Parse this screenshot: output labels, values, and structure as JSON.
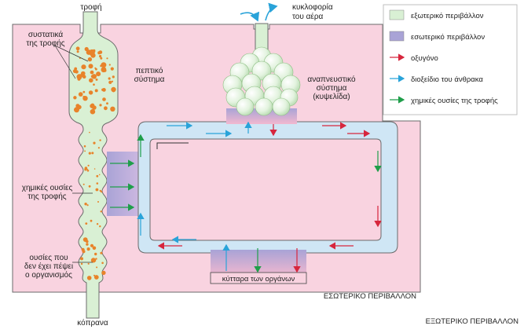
{
  "labels": {
    "food": "τροφή",
    "food_components_1": "συστατικά",
    "food_components_2": "της τροφής",
    "digestive_1": "πεπτικό",
    "digestive_2": "σύστημα",
    "air_1": "κυκλοφορία",
    "air_2": "του αέρα",
    "respiratory_1": "αναπνευστικό",
    "respiratory_2": "σύστημα",
    "respiratory_3": "(κυψελίδα)",
    "food_chem_1": "χημικές ουσίες",
    "food_chem_2": "της τροφής",
    "undigested_1": "ουσίες που",
    "undigested_2": "δεν έχει πέψει",
    "undigested_3": "ο οργανισμός",
    "organ_cells": "κύτταρα των οργάνων",
    "inner_env": "ΕΣΩΤΕΡΙΚΟ ΠΕΡΙΒΑΛΛΟΝ",
    "feces": "κόπρανα",
    "outer_env": "ΕΞΩΤΕΡΙΚΟ ΠΕΡΙΒΑΛΛΟΝ"
  },
  "legend": [
    {
      "type": "swatch",
      "label": "εξωτερικό περιβάλλον",
      "color": "#d9f0d4"
    },
    {
      "type": "swatch",
      "label": "εσωτερικό περιβάλλον",
      "color": "#a9a3d6"
    },
    {
      "type": "arrow",
      "label": "οξυγόνο",
      "color": "#d7263d"
    },
    {
      "type": "arrow",
      "label": "διοξείδιο του άνθρακα",
      "color": "#29a3d9"
    },
    {
      "type": "arrow",
      "label": "χημικές ουσίες της τροφής",
      "color": "#1f9e4a"
    }
  ],
  "colors": {
    "inner_bg": "#f9d3e0",
    "gut_fill": "#d9f0d4",
    "vessel_fill": "#cfe6f5",
    "food_particle": "#e8832a",
    "lung_fill": "#d9f0d4",
    "oxygen": "#d7263d",
    "co2": "#29a3d9",
    "nutrients": "#1f9e4a"
  }
}
